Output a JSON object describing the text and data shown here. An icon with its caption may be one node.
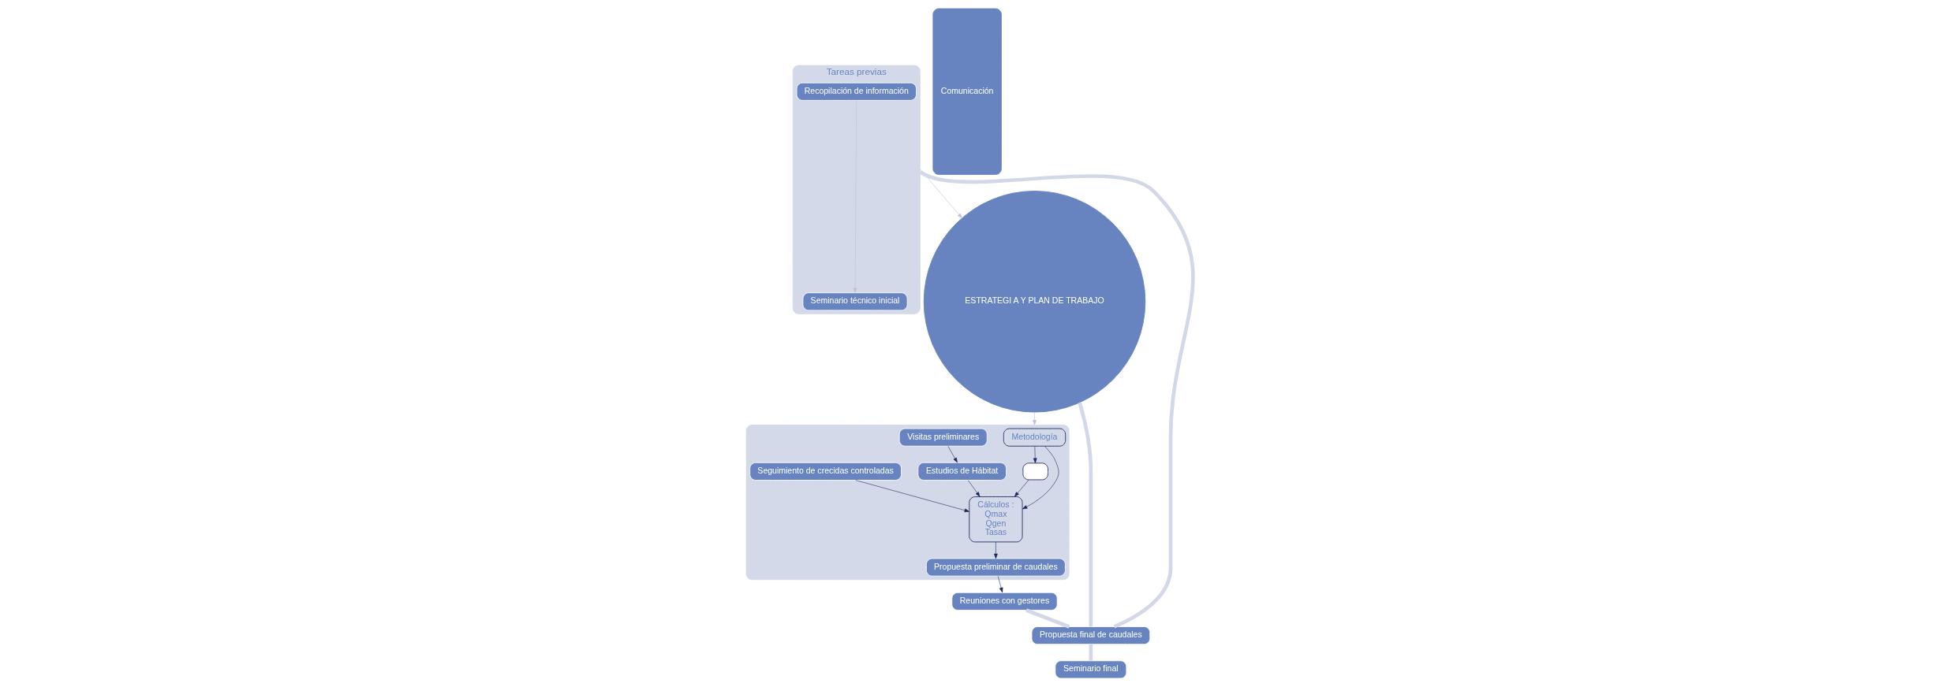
{
  "diagram": {
    "nodes": [
      {
        "text": [
          "Tareas previas"
        ]
      },
      {
        "text": [
          "Recopilación de información"
        ],
        "in": 0
      },
      {
        "text": [
          "Seminario técnico inicial"
        ],
        "in": 0
      },
      {
        "text": [
          "ESTRATEGI A Y PLAN DE TRABAJO"
        ]
      },
      {
        "text": [],
        "shape": "box"
      },
      {
        "text": [
          "Metodología"
        ],
        "in": 4
      },
      {
        "text": [],
        "shape": "box",
        "in": 4
      },
      {
        "text": [
          "Cálculos :",
          "Qmax",
          "Qgen",
          "Tasas"
        ],
        "in": 4
      },
      {
        "text": [
          "Visitas preliminares"
        ],
        "in": 4
      },
      {
        "text": [
          "Estudios de Hábitat"
        ],
        "in": 4
      },
      {
        "text": [
          "Seguimiento de crecidas controladas"
        ],
        "in": 4
      },
      {
        "text": [
          "Propuesta preliminar de caudales"
        ],
        "in": 4
      },
      {
        "text": [
          "Reuniones con gestores"
        ]
      },
      {
        "text": [
          "Propuesta final de caudales"
        ]
      },
      {
        "text": [
          "Seminario final"
        ]
      },
      {
        "text": [
          "Comunicación"
        ]
      }
    ],
    "edges": [
      {
        "from": 1,
        "to": 2,
        "arrow": "to",
        "color": "#b8c1dc"
      },
      {
        "from": 0,
        "to": 3,
        "arrow": "to",
        "color": "#b8c1dc"
      },
      {
        "from": 3,
        "to": 4,
        "arrow": "to",
        "color": "#b8c1dc"
      },
      {
        "from": 5,
        "to": 6,
        "arrow": "to"
      },
      {
        "from": 5,
        "to": 7,
        "arrow": "to"
      },
      {
        "from": 6,
        "to": 7,
        "arrow": "to"
      },
      {
        "from": 8,
        "to": 9,
        "arrow": "to"
      },
      {
        "from": 9,
        "to": 7,
        "arrow": "to"
      },
      {
        "from": 10,
        "to": 7,
        "arrow": "to"
      },
      {
        "from": 7,
        "to": 11,
        "arrow": "to"
      },
      {
        "from": 11,
        "to": 12,
        "arrow": "to"
      },
      {
        "from": 0,
        "to": 13,
        "arrow": "none",
        "style": "thick",
        "color": "#d3d8e8"
      },
      {
        "from": 3,
        "to": 13,
        "arrow": "none",
        "style": "thick",
        "color": "#d3d8e8"
      },
      {
        "from": 12,
        "to": 13,
        "arrow": "none",
        "style": "thick",
        "color": "#d3d8e8"
      },
      {
        "from": 13,
        "to": 14,
        "arrow": "none",
        "style": "thick",
        "color": "#d3d8e8"
      }
    ]
  }
}
